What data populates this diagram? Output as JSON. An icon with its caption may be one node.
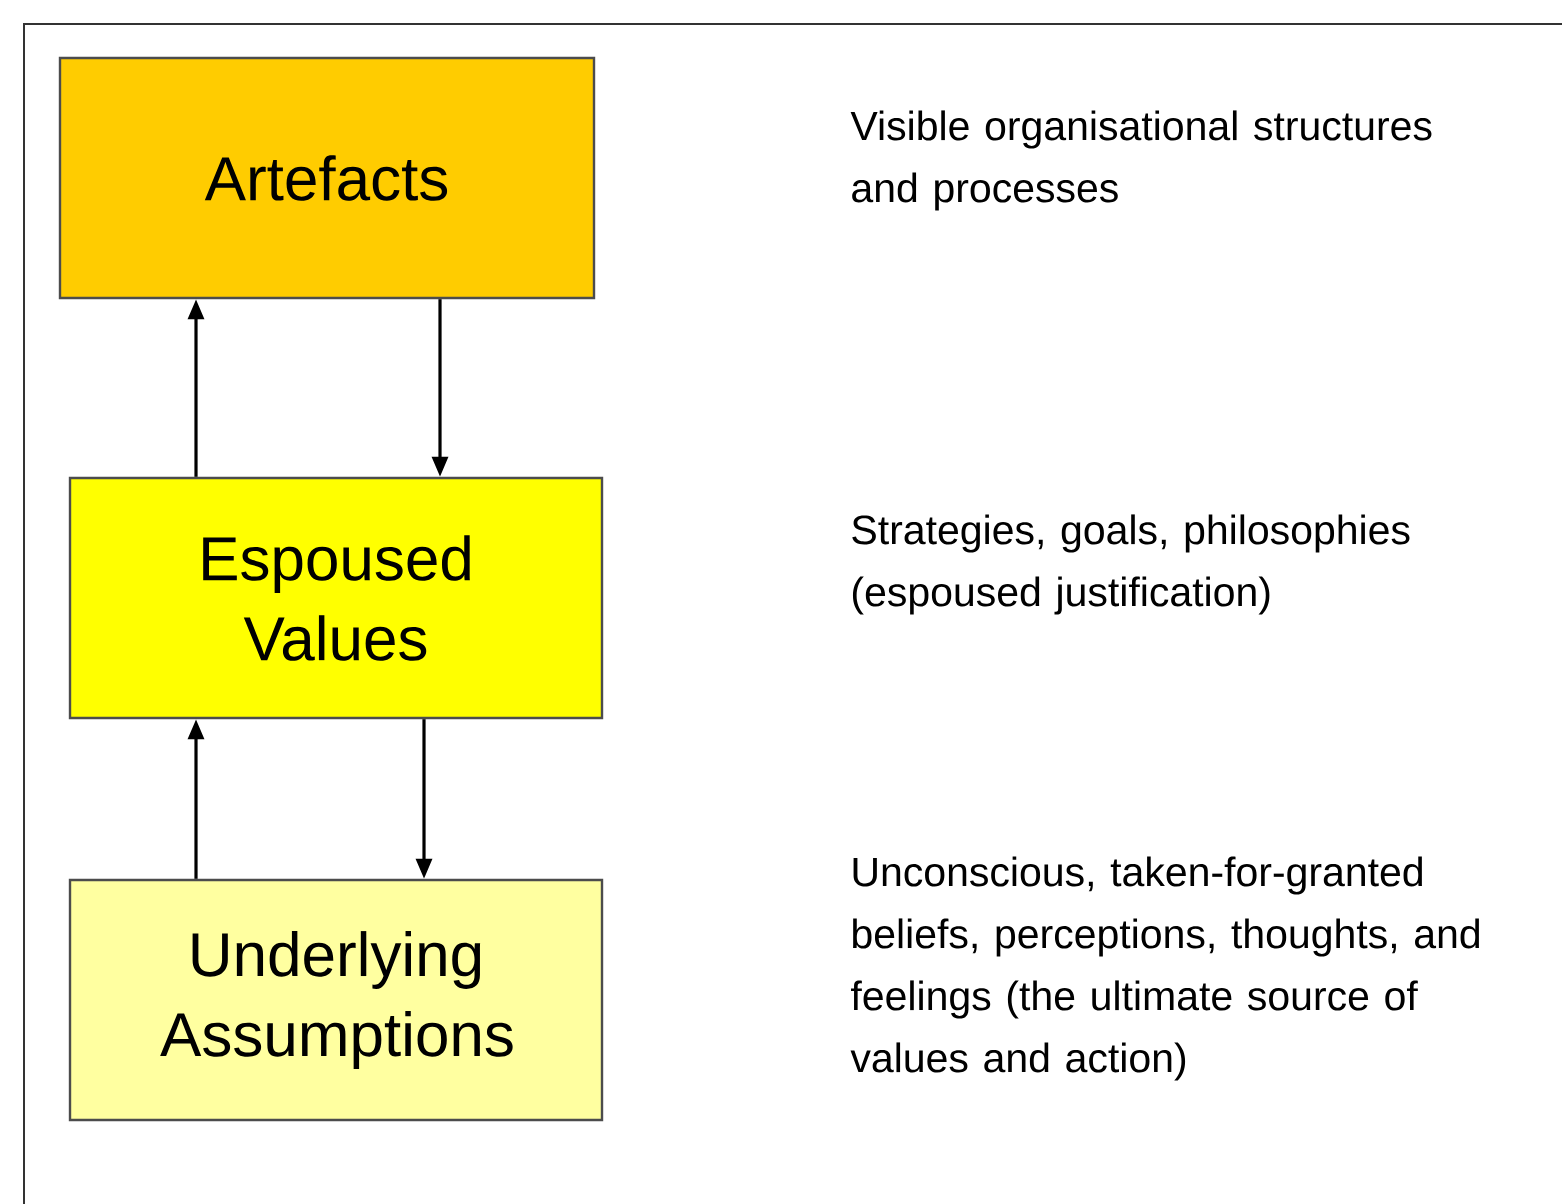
{
  "diagram": {
    "nodes": [
      {
        "text": [
          "Artefacts"
        ]
      },
      {
        "text": [
          "Espoused Values"
        ]
      },
      {
        "text": [
          "Underlying Assumptions"
        ]
      }
    ],
    "edges": [
      {
        "from": 1,
        "to": 0,
        "arrow": "to"
      },
      {
        "from": 0,
        "to": 1,
        "arrow": "to"
      },
      {
        "from": 2,
        "to": 1,
        "arrow": "to"
      },
      {
        "from": 1,
        "to": 2,
        "arrow": "to"
      }
    ],
    "labels": [
      "Visible organisational structures and processes",
      "Strategies, goals, philosophies (espoused justification)",
      "Unconscious, taken-for-granted beliefs, perceptions, thoughts, and feelings (the ultimate source of values and action)"
    ]
  }
}
